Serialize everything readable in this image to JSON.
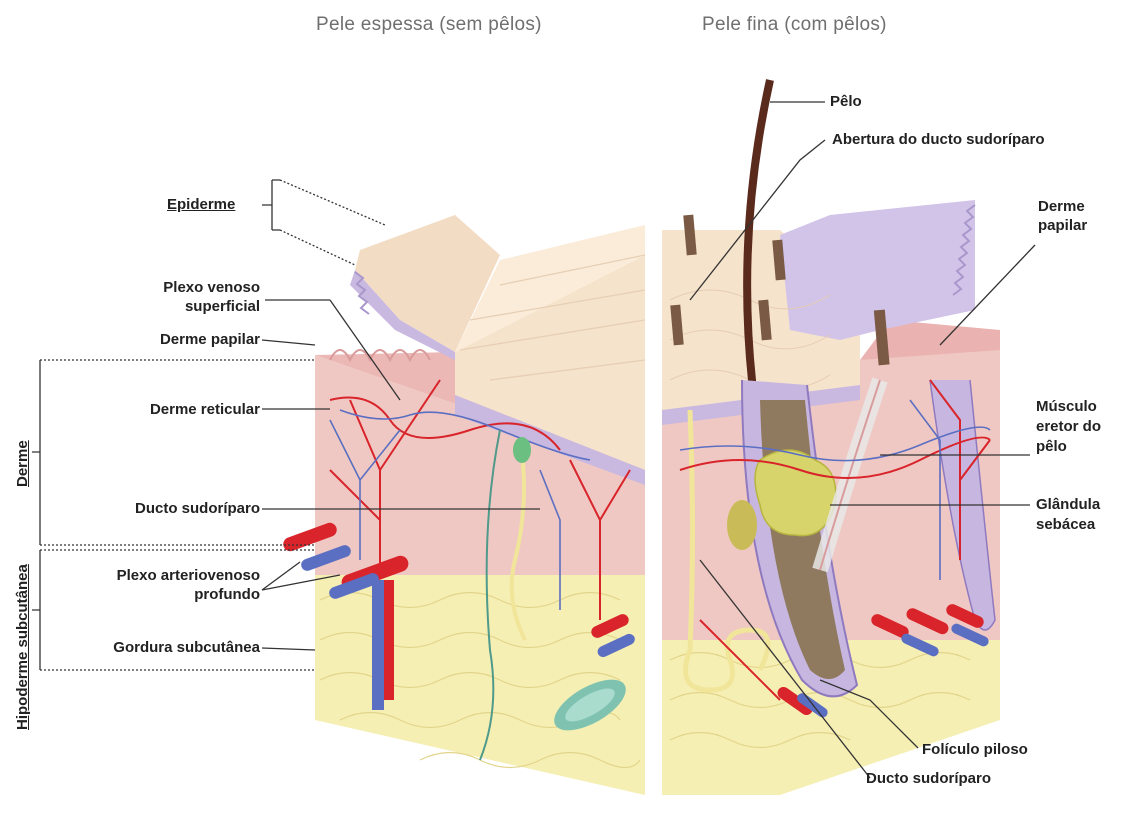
{
  "headers": {
    "left": "Pele espessa (sem pêlos)",
    "right": "Pele fina (com pêlos)"
  },
  "left_labels": {
    "epiderme": "Epiderme",
    "plexo_venoso_line1": "Plexo venoso",
    "plexo_venoso_line2": "superficial",
    "derme_papilar": "Derme papilar",
    "derme_reticular": "Derme reticular",
    "ducto_sudoriparo": "Ducto sudoríparo",
    "plexo_arterio_line1": "Plexo arteriovenoso",
    "plexo_arterio_line2": "profundo",
    "gordura": "Gordura subcutânea"
  },
  "vertical_labels": {
    "derme": "Derme",
    "hipoderme": "Hipoderme subcutânea"
  },
  "right_labels": {
    "pelo": "Pêlo",
    "abertura": "Abertura do ducto sudoríparo",
    "derme_papilar_line1": "Derme",
    "derme_papilar_line2": "papilar",
    "musculo_line1": "Músculo",
    "musculo_line2": "eretor do",
    "musculo_line3": "pêlo",
    "glandula_line1": "Glândula",
    "glandula_line2": "sebácea",
    "foliculo": "Folículo piloso",
    "ducto_sudoriparo": "Ducto sudoríparo"
  },
  "colors": {
    "epidermis": "#f3dcc4",
    "basal_layer": "#c9b8e0",
    "dermis": "#f0c8c3",
    "hypodermis": "#f6efb4",
    "artery": "#d8242a",
    "vein": "#5b6fc2",
    "hair": "#5a2a1c"
  }
}
